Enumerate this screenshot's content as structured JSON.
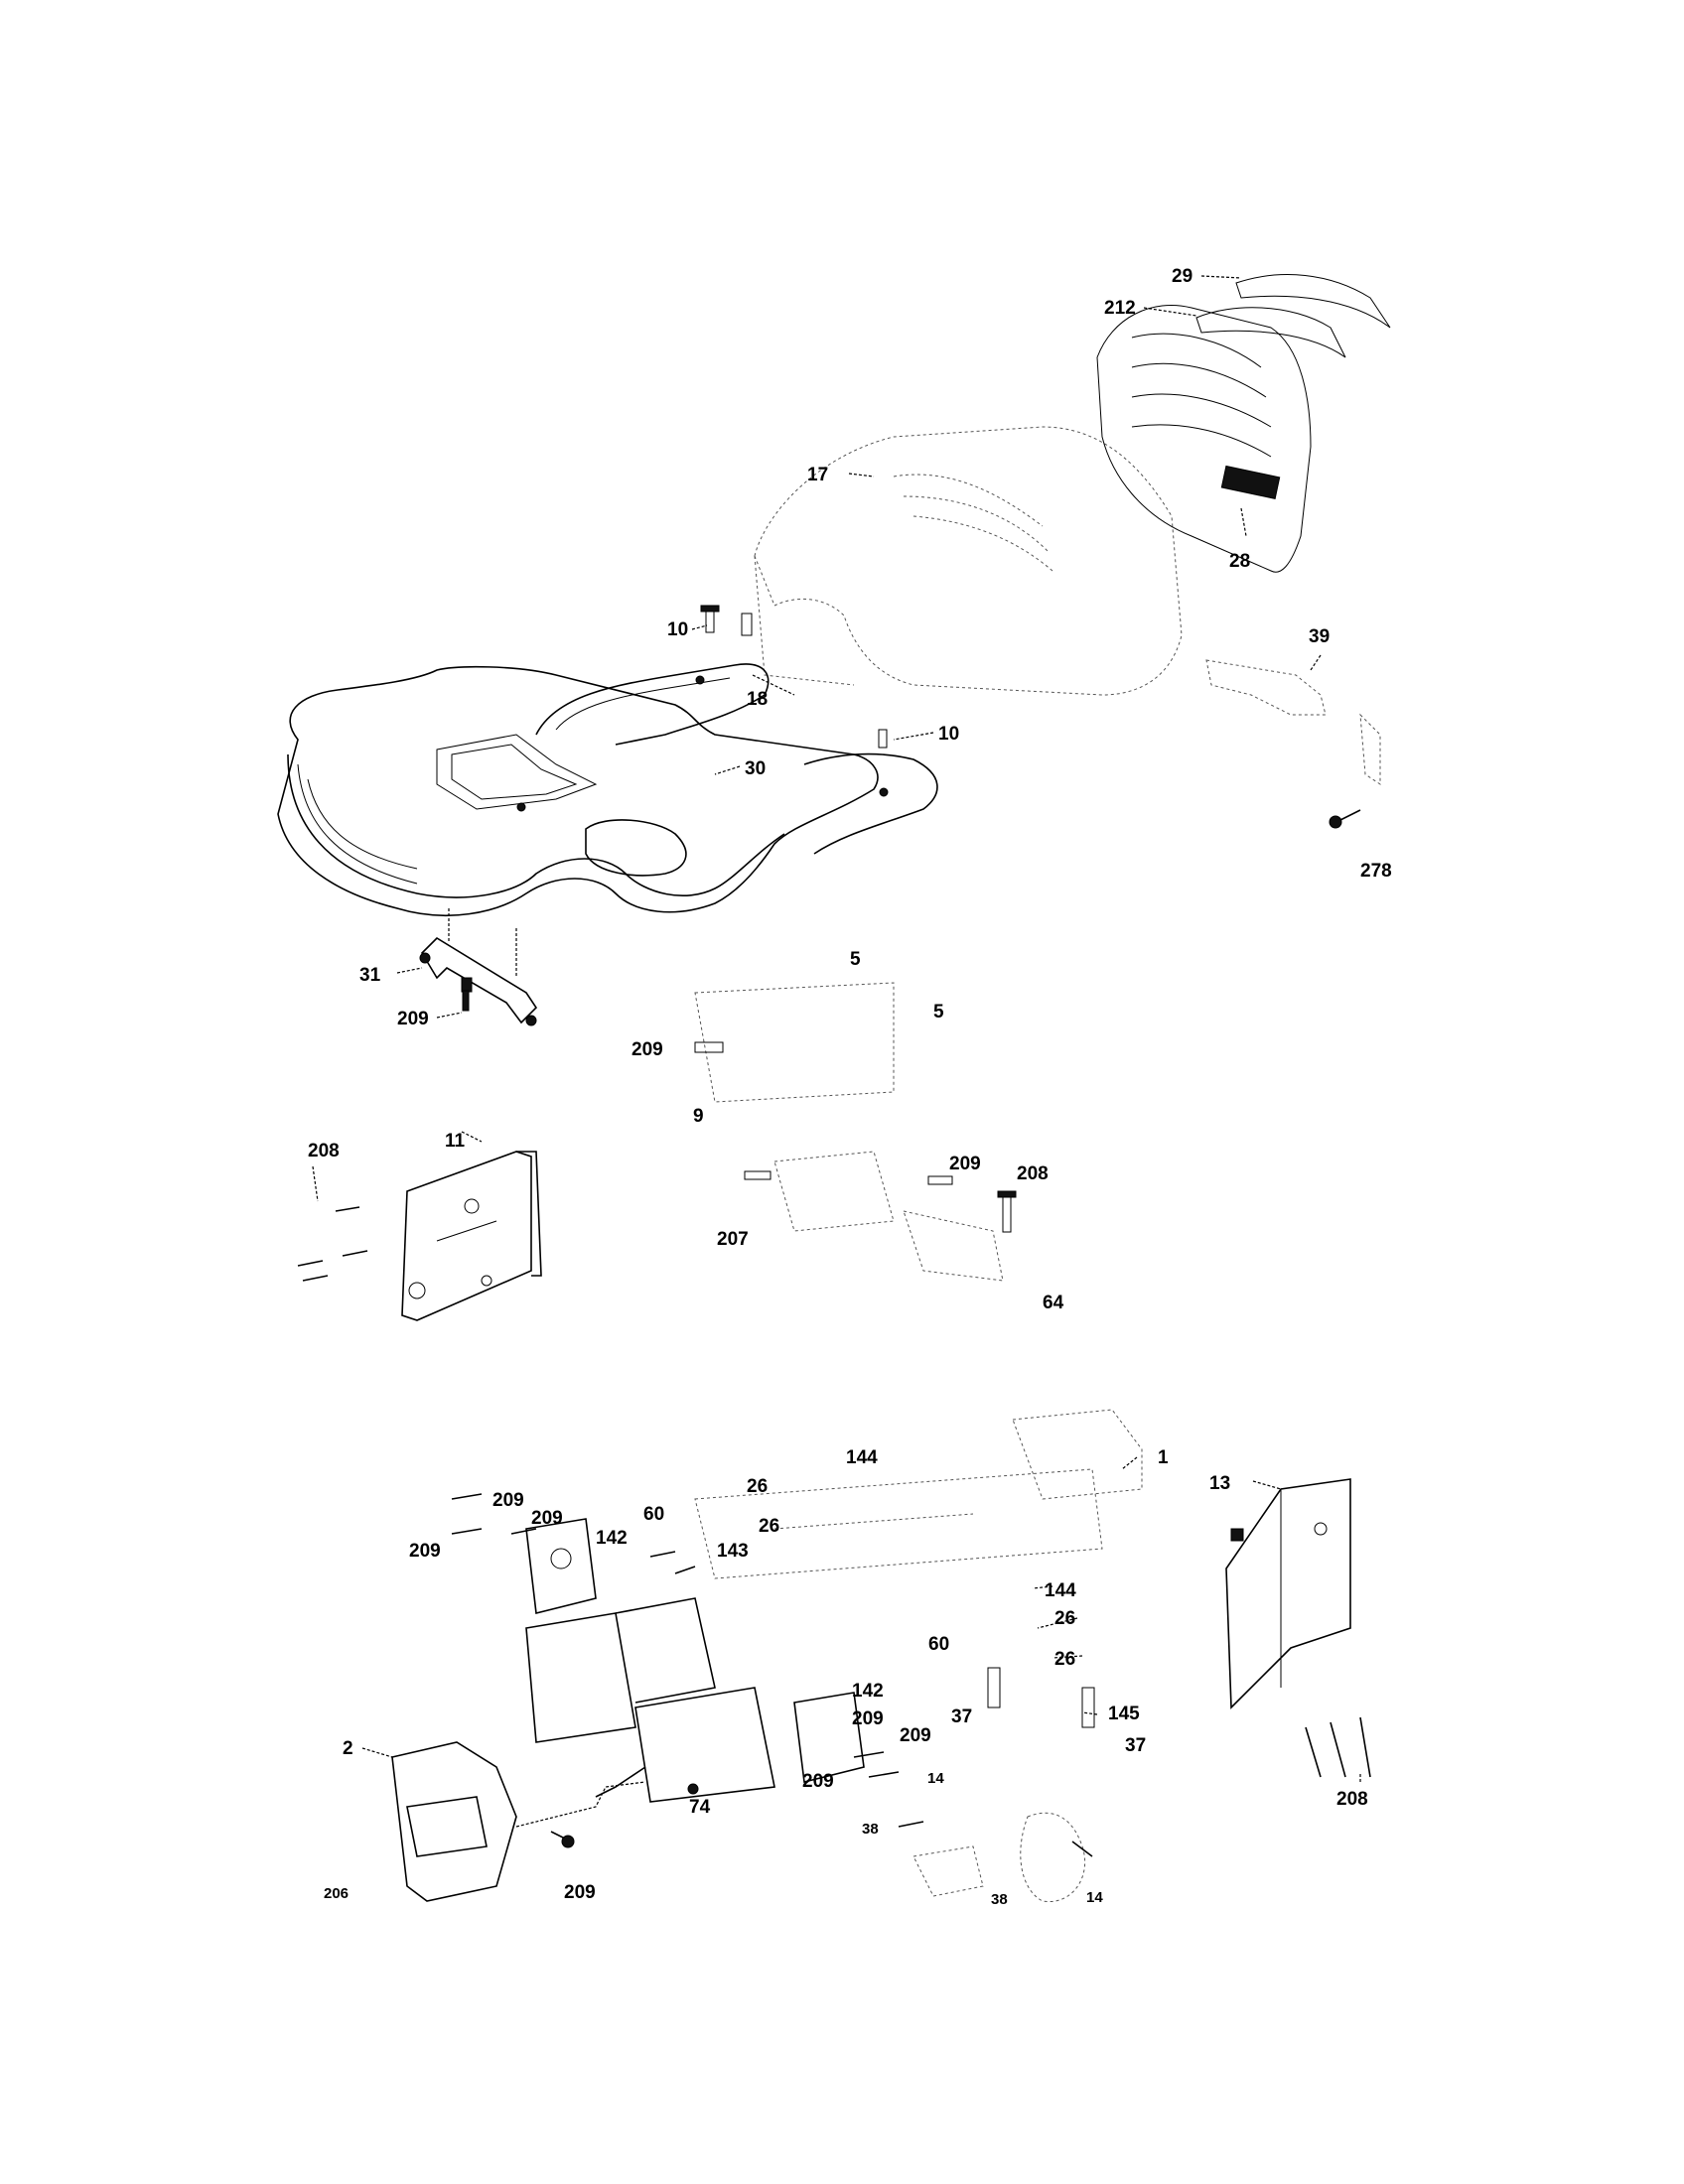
{
  "callouts": [
    {
      "id": "29",
      "text": "29"
    },
    {
      "id": "212",
      "text": "212"
    },
    {
      "id": "17",
      "text": "17"
    },
    {
      "id": "28",
      "text": "28"
    },
    {
      "id": "10a",
      "text": "10"
    },
    {
      "id": "18",
      "text": "18"
    },
    {
      "id": "39",
      "text": "39"
    },
    {
      "id": "30",
      "text": "30"
    },
    {
      "id": "10b",
      "text": "10"
    },
    {
      "id": "278",
      "text": "278"
    },
    {
      "id": "5a",
      "text": "5"
    },
    {
      "id": "31",
      "text": "31"
    },
    {
      "id": "5b",
      "text": "5"
    },
    {
      "id": "209a",
      "text": "209"
    },
    {
      "id": "209b",
      "text": "209"
    },
    {
      "id": "9",
      "text": "9"
    },
    {
      "id": "208a",
      "text": "208"
    },
    {
      "id": "11",
      "text": "11"
    },
    {
      "id": "209c",
      "text": "209"
    },
    {
      "id": "208b",
      "text": "208"
    },
    {
      "id": "207",
      "text": "207"
    },
    {
      "id": "64",
      "text": "64"
    },
    {
      "id": "144a",
      "text": "144"
    },
    {
      "id": "1",
      "text": "1"
    },
    {
      "id": "26a",
      "text": "26"
    },
    {
      "id": "13",
      "text": "13"
    },
    {
      "id": "209d",
      "text": "209"
    },
    {
      "id": "209e",
      "text": "209"
    },
    {
      "id": "60a",
      "text": "60"
    },
    {
      "id": "209f",
      "text": "209"
    },
    {
      "id": "142a",
      "text": "142"
    },
    {
      "id": "26b",
      "text": "26"
    },
    {
      "id": "143",
      "text": "143"
    },
    {
      "id": "144b",
      "text": "144"
    },
    {
      "id": "26c",
      "text": "26"
    },
    {
      "id": "60b",
      "text": "60"
    },
    {
      "id": "26d",
      "text": "26"
    },
    {
      "id": "142b",
      "text": "142"
    },
    {
      "id": "209g",
      "text": "209"
    },
    {
      "id": "37a",
      "text": "37"
    },
    {
      "id": "145",
      "text": "145"
    },
    {
      "id": "209h",
      "text": "209"
    },
    {
      "id": "2",
      "text": "2"
    },
    {
      "id": "37b",
      "text": "37"
    },
    {
      "id": "209i",
      "text": "209"
    },
    {
      "id": "208c",
      "text": "208"
    },
    {
      "id": "74",
      "text": "74"
    },
    {
      "id": "14a",
      "text": "14"
    },
    {
      "id": "38a",
      "text": "38"
    },
    {
      "id": "206",
      "text": "206"
    },
    {
      "id": "209j",
      "text": "209"
    },
    {
      "id": "38b",
      "text": "38"
    },
    {
      "id": "14b",
      "text": "14"
    }
  ]
}
